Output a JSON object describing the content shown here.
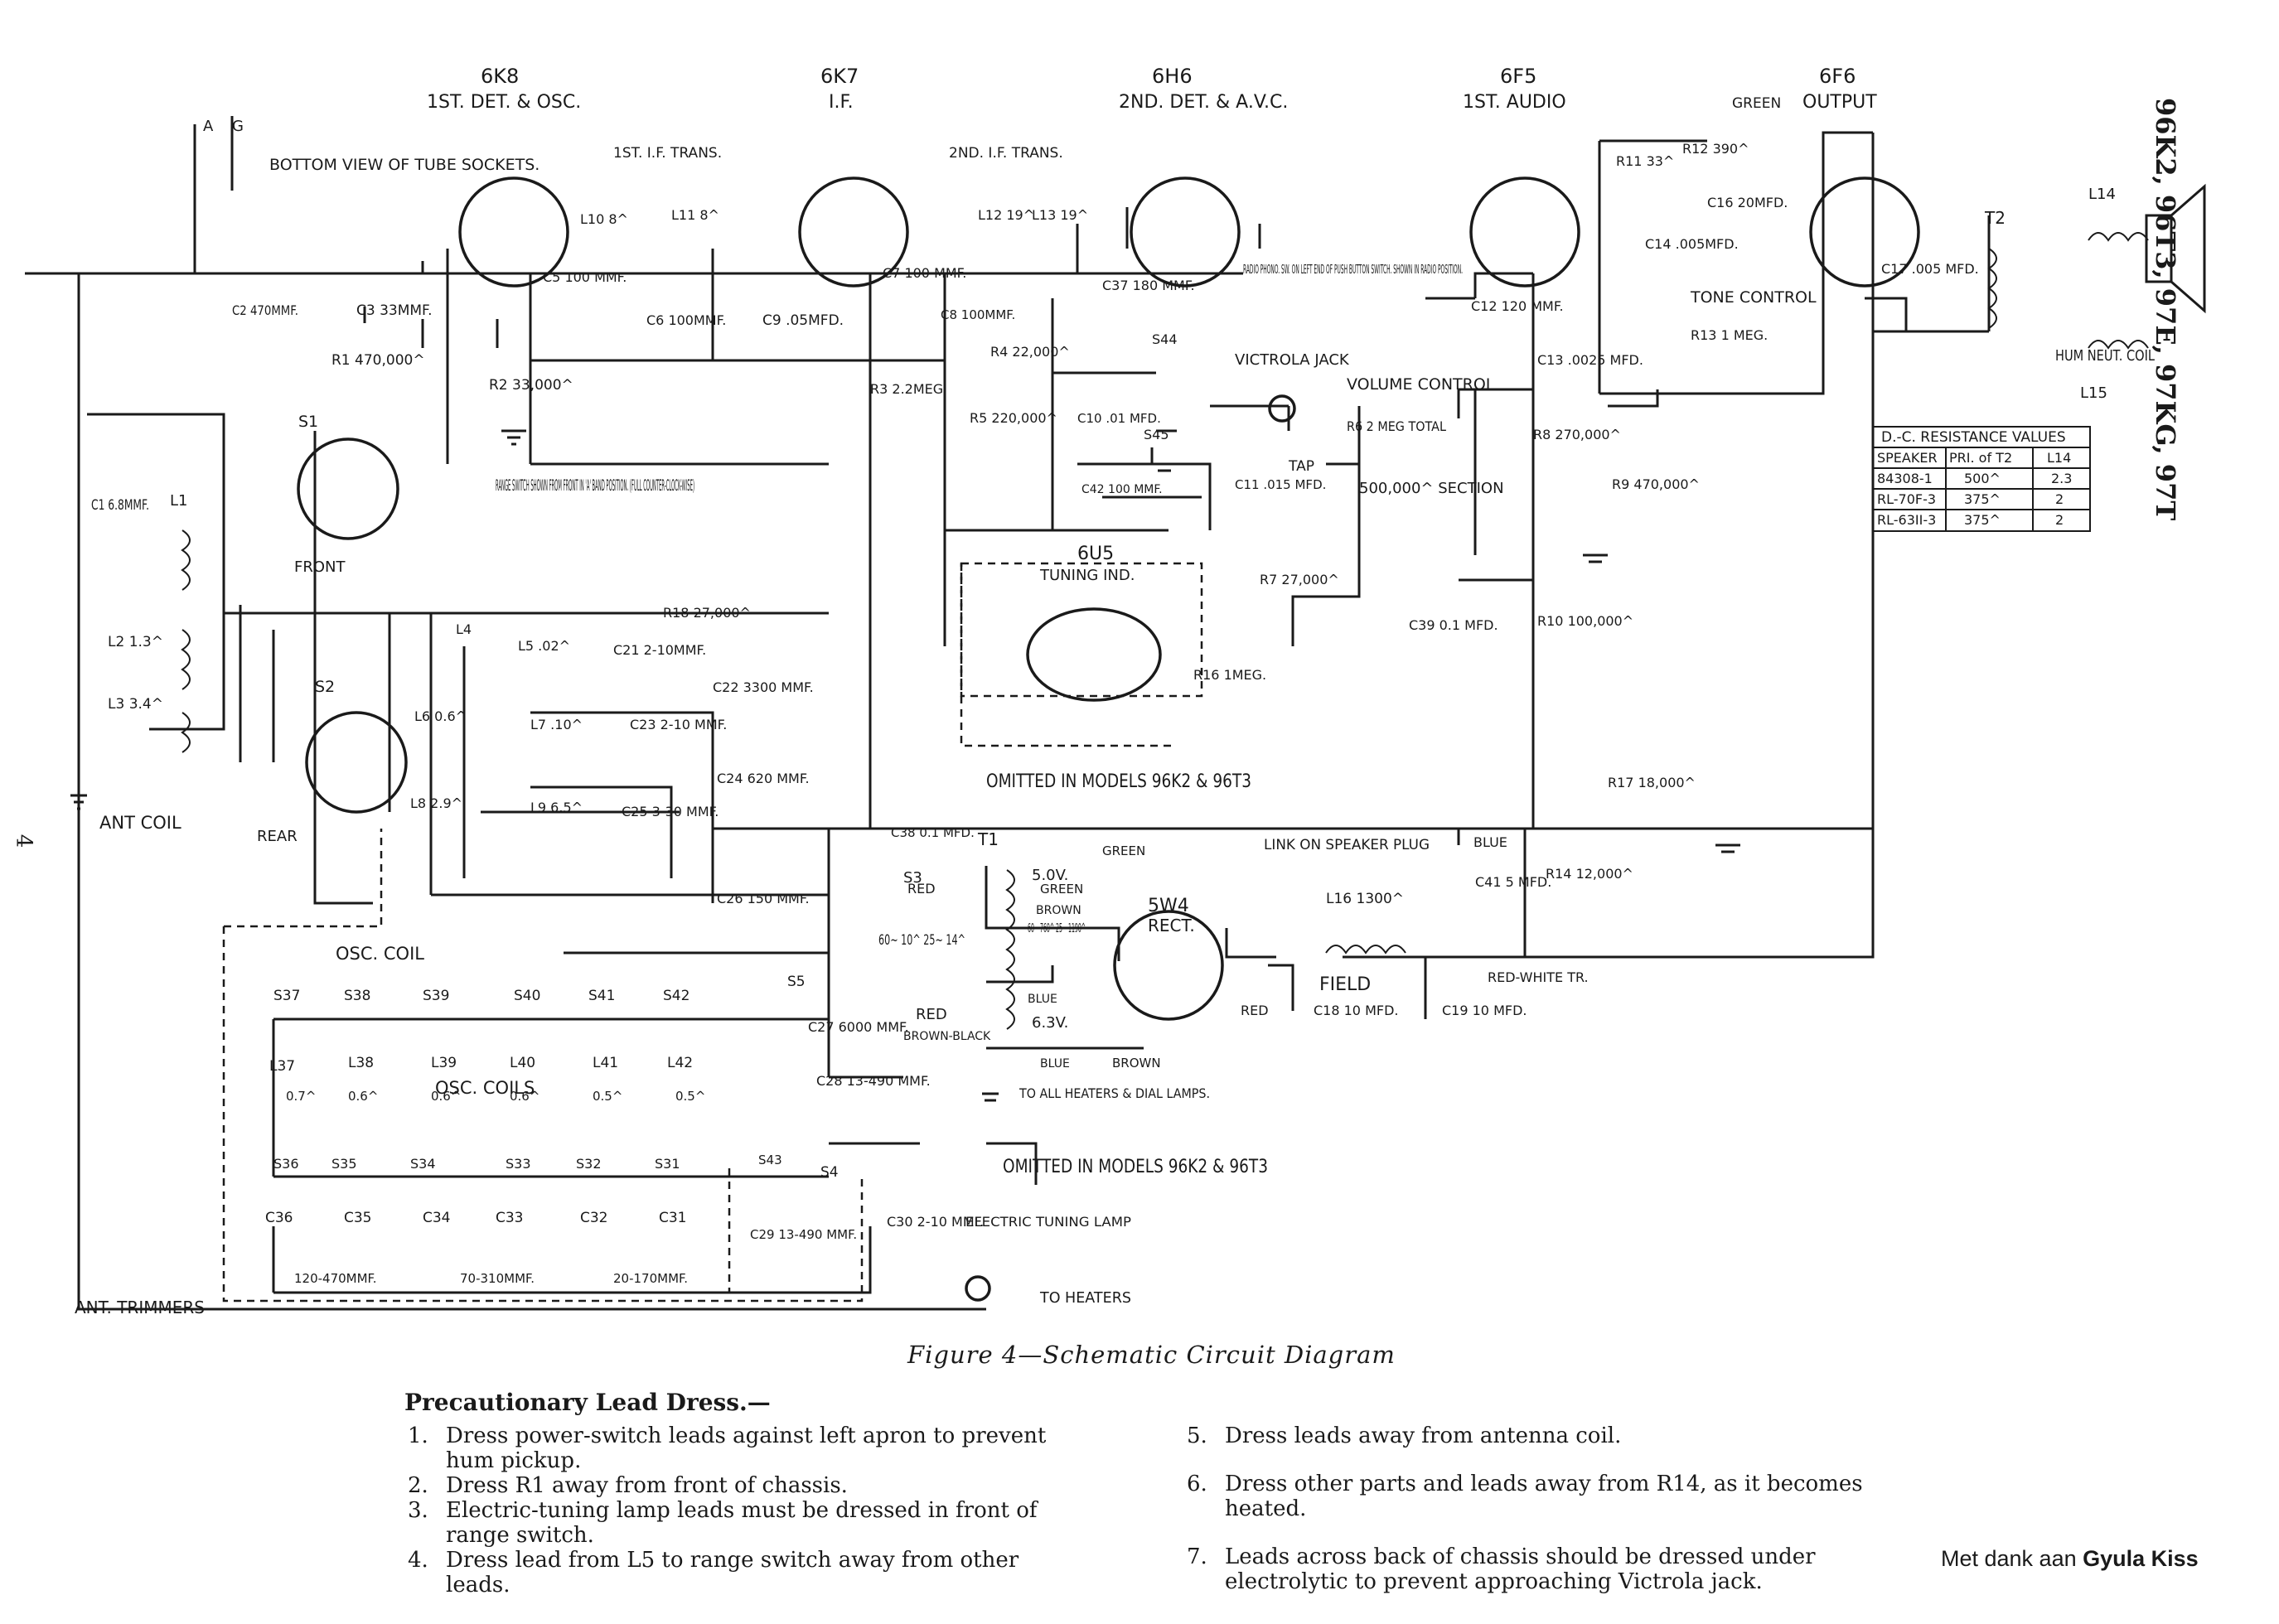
{
  "models_header": "96K2, 96T3, 97E, 97KG, 97T",
  "page_number": "4",
  "tubes": [
    {
      "type": "6K8",
      "function": "1ST. DET. & OSC."
    },
    {
      "type": "6K7",
      "function": "I.F."
    },
    {
      "type": "6H6",
      "function": "2ND. DET. & A.V.C."
    },
    {
      "type": "6F5",
      "function": "1ST. AUDIO"
    },
    {
      "type": "6F6",
      "function": "OUTPUT"
    },
    {
      "type": "5W4",
      "function": "RECT."
    },
    {
      "type": "6U5",
      "function": "TUNING IND."
    }
  ],
  "labels": {
    "terminals": [
      "A",
      "G"
    ],
    "bottom_view": "BOTTOM VIEW OF TUBE SOCKETS.",
    "if_trans_1": "1ST. I.F. TRANS.",
    "if_trans_2": "2ND. I.F. TRANS.",
    "ant_coil": "ANT COIL",
    "osc_coil": "OSC. COIL",
    "osc_coils": "OSC. COILS",
    "ant_trimmers": "ANT. TRIMMERS",
    "front": "FRONT",
    "rear": "REAR",
    "range_switch": "RANGE SWITCH SHOWN FROM FRONT IN 'A' BAND POSITION. (FULL COUNTER-CLOCK-WISE)",
    "radio_phono": "RADIO PHONO. SW. ON LEFT END OF PUSH BUTTON SWITCH. SHOWN IN RADIO POSITION.",
    "victrola_jack": "VICTROLA JACK",
    "volume_control": "VOLUME CONTROL",
    "tap": "TAP",
    "section": "500,000^ SECTION",
    "tone_control": "TONE CONTROL",
    "omitted_1": "OMITTED IN MODELS 96K2 & 96T3",
    "omitted_2": "OMITTED IN MODELS 96K2 & 96T3",
    "link_speaker": "LINK ON SPEAKER PLUG",
    "field": "FIELD",
    "red_white": "RED-WHITE TR.",
    "hum_neut": "HUM NEUT. COIL",
    "electric_tuning": "ELECTRIC TUNING LAMP",
    "to_heaters": "TO HEATERS",
    "to_all_heaters": "TO ALL HEATERS & DIAL LAMPS.",
    "green": "GREEN",
    "blue": "BLUE",
    "red": "RED",
    "brown": "BROWN",
    "brown_black": "BROWN-BLACK",
    "t1_primary": "60~ 10^ 25~ 14^",
    "t1_5v": "5.0V.",
    "t1_hv": "60~ 760^ 25~ 1190^",
    "t1_63v": "6.3V."
  },
  "components": {
    "C1": "C1 6.8MMF.",
    "C2": "C2 470MMF.",
    "C3": "C3 33MMF.",
    "C5": "C5 100 MMF.",
    "C6": "C6 100MMF.",
    "C7": "C7 100 MMF.",
    "C8": "C8 100MMF.",
    "C9": "C9 .05MFD.",
    "C10": "C10 .01 MFD.",
    "C11": "C11 .015 MFD.",
    "C12": "C12 120 MMF.",
    "C13": "C13 .0025 MFD.",
    "C14": "C14 .005MFD.",
    "C16": "C16 20MFD.",
    "C17": "C17 .005 MFD.",
    "C18": "C18 10 MFD.",
    "C19": "C19 10 MFD.",
    "C21": "C21 2-10MMF.",
    "C22": "C22 3300 MMF.",
    "C23": "C23 2-10 MMF.",
    "C24": "C24 620 MMF.",
    "C25": "C25 3-30 MMF.",
    "C26": "C26 150 MMF.",
    "C27": "C27 6000 MMF.",
    "C28": "C28 13-490 MMF.",
    "C29": "C29 13-490 MMF.",
    "C30": "C30 2-10 MMF.",
    "C37": "C37 180 MMF.",
    "C38": "C38 0.1 MFD.",
    "C39": "C39 0.1 MFD.",
    "C41": "C41 5 MFD.",
    "C42": "C42 100 MMF.",
    "R1": "R1 470,000^",
    "R2": "R2 33,000^",
    "R3": "R3 2.2MEG",
    "R4": "R4 22,000^",
    "R5": "R5 220,000^",
    "R6": "R6 2 MEG TOTAL",
    "R7": "R7 27,000^",
    "R8": "R8 270,000^",
    "R9": "R9 470,000^",
    "R10": "R10 100,000^",
    "R11": "R11 33^",
    "R12": "R12 390^",
    "R13": "R13 1 MEG.",
    "R14": "R14 12,000^",
    "R16": "R16 1MEG.",
    "R17": "R17 18,000^",
    "R18": "R18 27,000^",
    "L1": "L1",
    "L2": "L2 1.3^",
    "L3": "L3 3.4^",
    "L4": "L4",
    "L5": "L5 .02^",
    "L6": "L6 0.6^",
    "L7": "L7 .10^",
    "L8": "L8 2.9^",
    "L9": "L9 6.5^",
    "L10": "L10 8^",
    "L11": "L11 8^",
    "L12": "L12 19^",
    "L13": "L13 19^",
    "L14": "L14",
    "L15": "L15",
    "L16": "L16 1300^",
    "T1": "T1",
    "T2": "T2",
    "S1": "S1",
    "S2": "S2",
    "S3": "S3",
    "S4": "S4",
    "S5": "S5",
    "S44": "S44",
    "S45": "S45",
    "S43": "S43"
  },
  "osc_coils_list": [
    {
      "switch": "S37",
      "coil": "L37",
      "value": "0.7^"
    },
    {
      "switch": "S38",
      "coil": "L38",
      "value": "0.6^"
    },
    {
      "switch": "S39",
      "coil": "L39",
      "value": "0.6^"
    },
    {
      "switch": "S40",
      "coil": "L40",
      "value": "0.6^"
    },
    {
      "switch": "S41",
      "coil": "L41",
      "value": "0.5^"
    },
    {
      "switch": "S42",
      "coil": "L42",
      "value": "0.5^"
    }
  ],
  "ant_trimmers_list": [
    {
      "switch": "S36",
      "cap": "C36"
    },
    {
      "switch": "S35",
      "cap": "C35"
    },
    {
      "switch": "S34",
      "cap": "C34"
    },
    {
      "switch": "S33",
      "cap": "C33"
    },
    {
      "switch": "S32",
      "cap": "C32"
    },
    {
      "switch": "S31",
      "cap": "C31"
    }
  ],
  "trimmer_ranges": [
    "120-470MMF.",
    "70-310MMF.",
    "20-170MMF."
  ],
  "resistance_table": {
    "title": "D.-C. RESISTANCE VALUES",
    "headers": [
      "SPEAKER",
      "PRI. of T2",
      "L14"
    ],
    "rows": [
      [
        "84308-1",
        "500^",
        "2.3"
      ],
      [
        "RL-70F-3",
        "375^",
        "2"
      ],
      [
        "RL-63II-3",
        "375^",
        "2"
      ]
    ]
  },
  "figure_caption": "Figure 4—Schematic Circuit Diagram",
  "notes_title": "Precautionary Lead Dress.—",
  "notes": [
    {
      "n": "1.",
      "text": "Dress power-switch leads against left apron to prevent hum pickup."
    },
    {
      "n": "2.",
      "text": "Dress R1 away from front of chassis."
    },
    {
      "n": "3.",
      "text": "Electric-tuning lamp leads must be dressed in front of range switch."
    },
    {
      "n": "4.",
      "text": "Dress lead from L5 to range switch away from other leads."
    },
    {
      "n": "5.",
      "text": "Dress leads away from antenna coil."
    },
    {
      "n": "6.",
      "text": "Dress other parts and leads away from R14, as it becomes heated."
    },
    {
      "n": "7.",
      "text": "Leads across back of chassis should be dressed under electrolytic to prevent approaching Victrola jack."
    }
  ],
  "credit_prefix": "Met dank aan",
  "credit_name": "Gyula Kiss"
}
